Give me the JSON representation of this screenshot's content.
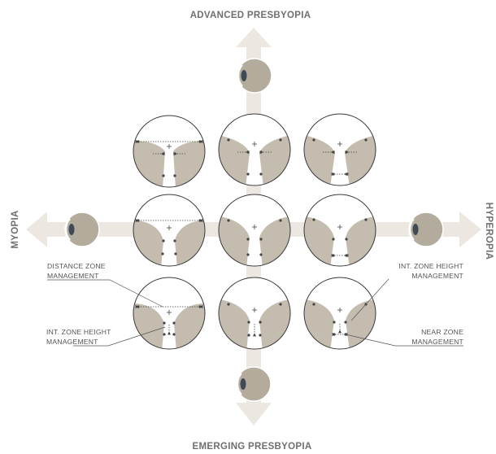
{
  "axes": {
    "top": "ADVANCED PRESBYOPIA",
    "bottom": "EMERGING PRESBYOPIA",
    "left": "MYOPIA",
    "right": "HYPEROPIA"
  },
  "annotations": {
    "distance_zone": [
      "DISTANCE ZONE",
      "MANAGEMENT"
    ],
    "int_zone_left": [
      "INT. ZONE HEIGHT",
      "MANAGEMENT"
    ],
    "int_zone_right": [
      "INT. ZONE HEIGHT",
      "MANAGEMENT"
    ],
    "near_zone": [
      "NEAR ZONE",
      "MANAGEMENT"
    ]
  },
  "colors": {
    "arrow": "#ece8e1",
    "lens_fill": "#c4bcaf",
    "lens_stroke": "#3a3a3a",
    "eye_fill": "#b3ab9c",
    "pupil": "#3f4a57",
    "label": "#6f6f6f"
  }
}
